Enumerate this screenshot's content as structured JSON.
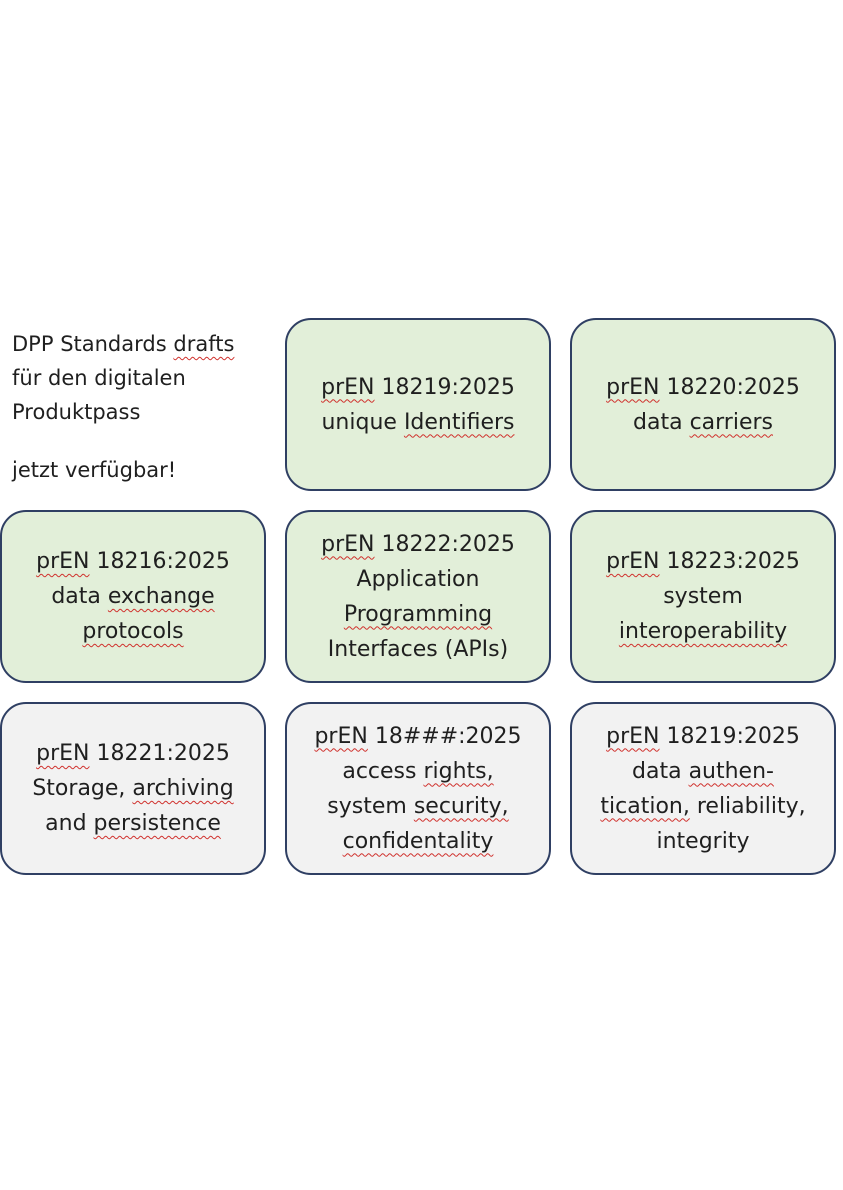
{
  "intro": {
    "line1": "DPP Standards drafts",
    "line2": "für den digitalen",
    "line3": "Produktpass",
    "line4": "jetzt verfügbar!"
  },
  "boxes": [
    {
      "lines": [
        "prEN 18219:2025",
        "unique Identifiers"
      ],
      "color": "#e2efd9"
    },
    {
      "lines": [
        "prEN 18220:2025",
        "data carriers"
      ],
      "color": "#e2efd9"
    },
    {
      "lines": [
        "prEN 18216:2025",
        "data exchange",
        "protocols"
      ],
      "color": "#e2efd9"
    },
    {
      "lines": [
        "prEN 18222:2025",
        "Application",
        "Programming",
        "Interfaces (APIs)"
      ],
      "color": "#e2efd9"
    },
    {
      "lines": [
        "prEN 18223:2025",
        "system",
        "interoperability"
      ],
      "color": "#e2efd9"
    },
    {
      "lines": [
        "prEN 18221:2025",
        "Storage, archiving",
        "and persistence"
      ],
      "color": "#f2f2f2"
    },
    {
      "lines": [
        "prEN 18###:2025",
        "access rights,",
        "system security,",
        "confidentality"
      ],
      "color": "#f2f2f2"
    },
    {
      "lines": [
        "prEN 18219:2025",
        "data authen-",
        "tication, reliability,",
        "integrity"
      ],
      "color": "#f2f2f2"
    }
  ],
  "colors": {
    "border": "#2f3f63",
    "green_fill": "#e2efd9",
    "grey_fill": "#f2f2f2",
    "spellcheck_underline": "#d0312d"
  }
}
